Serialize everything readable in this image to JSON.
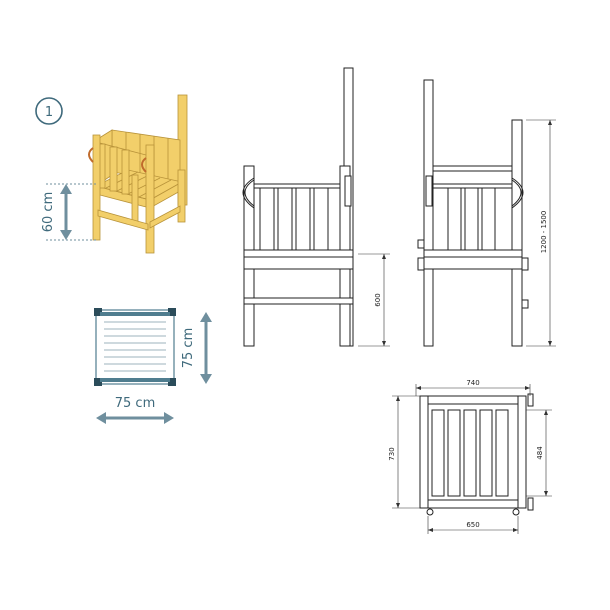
{
  "step_badge": {
    "number": "1",
    "color": "#3f6a7c"
  },
  "iso_view": {
    "height_label": "60 cm"
  },
  "footprint": {
    "width_label": "75 cm",
    "depth_label": "75 cm",
    "accent": "#4f7d8f"
  },
  "front_view": {
    "height_dim": "600"
  },
  "side_view": {
    "overall_height_dim": "1200 - 1500"
  },
  "top_view": {
    "width_top_dim": "740",
    "width_bottom_dim": "650",
    "depth_dim": "730",
    "inner_dim": "484"
  },
  "colors": {
    "wood": "#f2cf6a",
    "wood_edge": "#b8933a",
    "arrow": "#6f8f9e",
    "line": "#222222"
  }
}
